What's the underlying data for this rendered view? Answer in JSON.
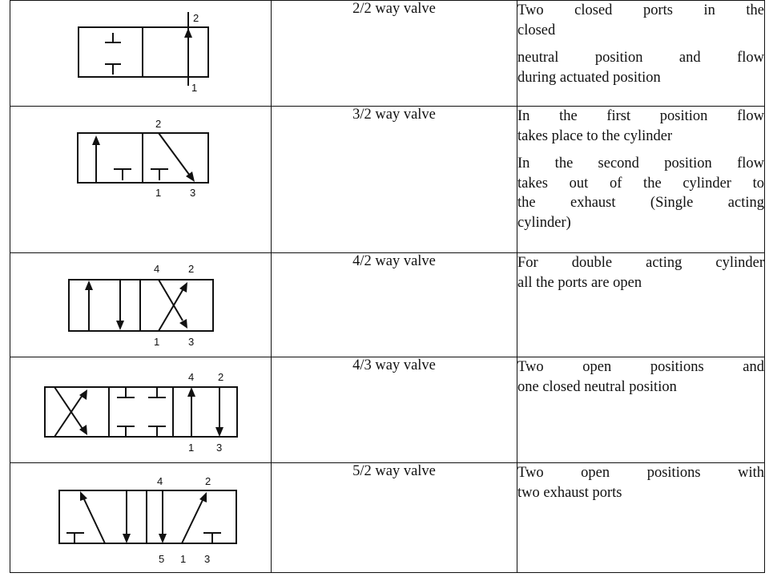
{
  "table": {
    "rows": [
      {
        "name": "2/2 way valve",
        "desc": [
          [
            "Two closed ports in the",
            "closed"
          ],
          [
            "neutral position and flow",
            "during actuated position"
          ]
        ],
        "ports": [
          "2",
          "1"
        ]
      },
      {
        "name": "3/2 way valve",
        "desc": [
          [
            "In the first position flow",
            "takes place to the cylinder"
          ],
          [
            "In the second position flow",
            "takes out of the cylinder to",
            "the exhaust (Single acting",
            "cylinder)"
          ]
        ],
        "ports": [
          "2",
          "1",
          "3"
        ]
      },
      {
        "name": "4/2 way valve",
        "desc": [
          [
            "For double acting cylinder",
            "all the ports are open"
          ]
        ],
        "ports": [
          "4",
          "2",
          "1",
          "3"
        ]
      },
      {
        "name": "4/3 way valve",
        "desc": [
          [
            "Two open positions and",
            "one closed neutral  position"
          ]
        ],
        "ports": [
          "4",
          "2",
          "1",
          "3"
        ]
      },
      {
        "name": "5/2 way valve",
        "desc": [
          [
            "Two open positions with",
            "two exhaust ports"
          ]
        ],
        "ports": [
          "4",
          "2",
          "5",
          "1",
          "3"
        ]
      }
    ]
  }
}
